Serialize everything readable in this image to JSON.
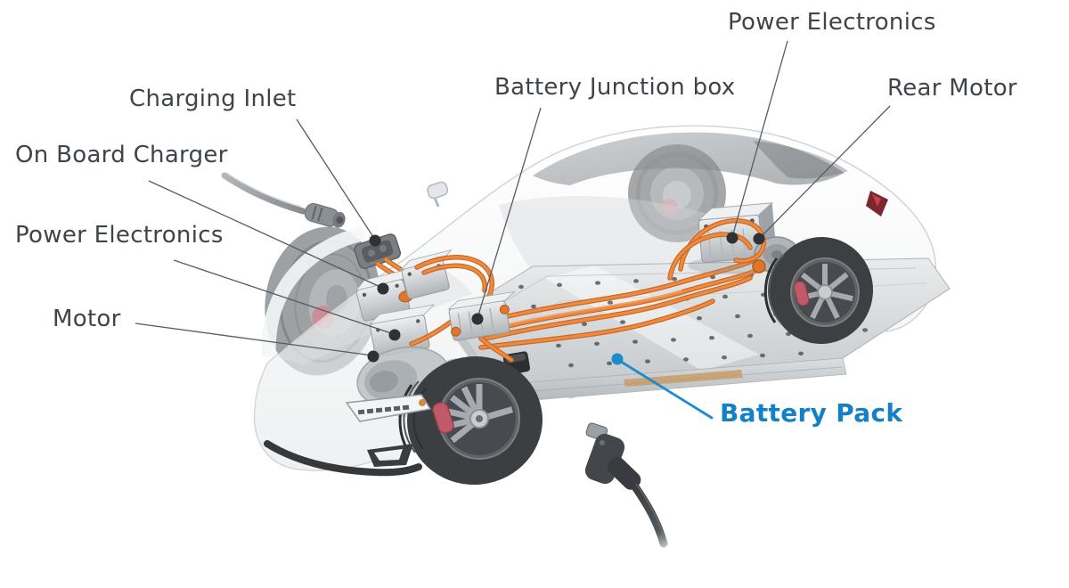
{
  "diagram": {
    "type": "ev-powertrain-cutaway",
    "labels": {
      "power_electronics_top": "Power Electronics",
      "charging_inlet": "Charging Inlet",
      "battery_junction_box": "Battery Junction box",
      "rear_motor": "Rear Motor",
      "on_board_charger": "On Board Charger",
      "power_electronics_left": "Power Electronics",
      "motor": "Motor",
      "battery_pack": "Battery Pack"
    },
    "colors": {
      "background": "#ffffff",
      "label_text": "#3e444a",
      "battery_pack_label": "#1480c5",
      "leader_line": "#565b60",
      "leader_dot": "#2e3236",
      "battery_pack_leader": "#1e8bcd",
      "cable_orange": "#e5792d",
      "car_body": "#f1f3f4",
      "battery_slab": "#d3d7da"
    }
  }
}
